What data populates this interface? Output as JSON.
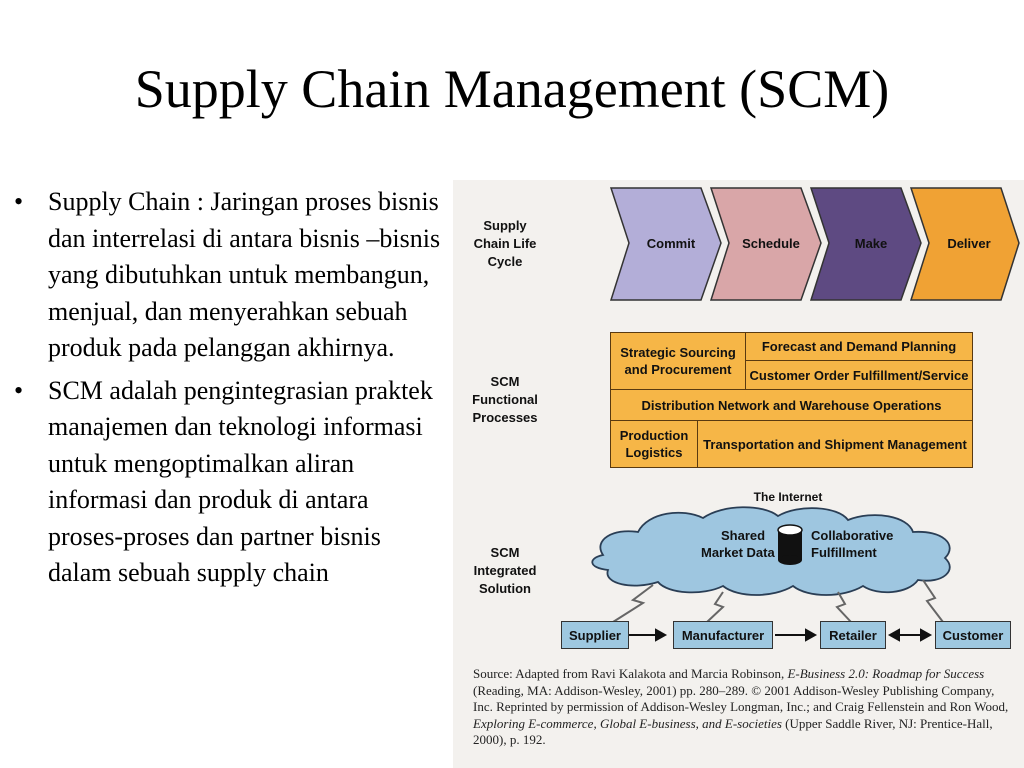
{
  "slide": {
    "title": "Supply Chain Management (SCM)",
    "bullets": [
      "Supply Chain : Jaringan proses bisnis dan interrelasi di antara bisnis –bisnis yang dibutuhkan untuk membangun, menjual, dan menyerahkan sebuah produk pada pelanggan akhirnya.",
      "SCM adalah pengintegrasian praktek manajemen dan teknologi informasi untuk mengoptimalkan aliran informasi dan produk di antara proses-proses dan partner bisnis dalam sebuah supply chain"
    ]
  },
  "figure": {
    "life_cycle_label": "Supply Chain Life Cycle",
    "stages": [
      "Commit",
      "Schedule",
      "Make",
      "Deliver"
    ],
    "functional_label": "SCM Functional Processes",
    "processes": {
      "strategic_sourcing": "Strategic Sourcing and Procurement",
      "forecast": "Forecast and Demand Planning",
      "customer_order": "Customer Order Fulfillment/Service",
      "distribution": "Distribution Network and Warehouse Operations",
      "production": "Production Logistics",
      "transportation": "Transportation and Shipment Management"
    },
    "integrated_label": "SCM Integrated Solution",
    "internet_label": "The Internet",
    "shared_data": "Shared Market Data",
    "collab": "Collaborative Fulfillment",
    "entities": [
      "Supplier",
      "Manufacturer",
      "Retailer",
      "Customer"
    ],
    "source_prefix": "Source: Adapted from Ravi Kalakota and Marcia Robinson, ",
    "source_book1": "E-Business 2.0: Roadmap for Success",
    "source_mid": " (Reading, MA: Addison-Wesley, 2001) pp. 280–289. © 2001 Addison-Wesley Publishing Company, Inc. Reprinted by permission of Addison-Wesley Longman, Inc.; and Craig Fellenstein and Ron Wood, ",
    "source_book2": "Exploring E-commerce, Global E-business, and E-societies",
    "source_end": " (Upper Saddle River, NJ: Prentice-Hall, 2000), p. 192.",
    "colors": {
      "commit": "#b3aed8",
      "schedule": "#d9a6a8",
      "make": "#5e4a82",
      "deliver": "#f0a234",
      "process_box": "#f6b647",
      "cloud": "#9ec6e0",
      "entity_box": "#9ec8e0"
    }
  }
}
